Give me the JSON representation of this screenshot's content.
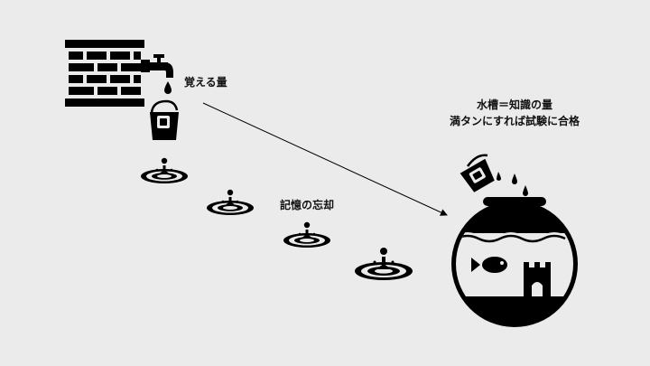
{
  "labels": {
    "memorize_amount": "覚える量",
    "forgetting": "記憶の忘却",
    "tank_line1": "水槽＝知識の量",
    "tank_line2": "満タンにすれば試験に合格"
  },
  "icons": [
    "brick-wall-icon",
    "faucet-icon",
    "water-drop-icon",
    "paint-bucket-icon",
    "water-splash-icon",
    "arrow-icon",
    "pouring-bucket-icon",
    "fishbowl-icon",
    "fish-icon",
    "castle-icon"
  ],
  "colors": {
    "background": "#ebebeb",
    "ink": "#000000"
  }
}
